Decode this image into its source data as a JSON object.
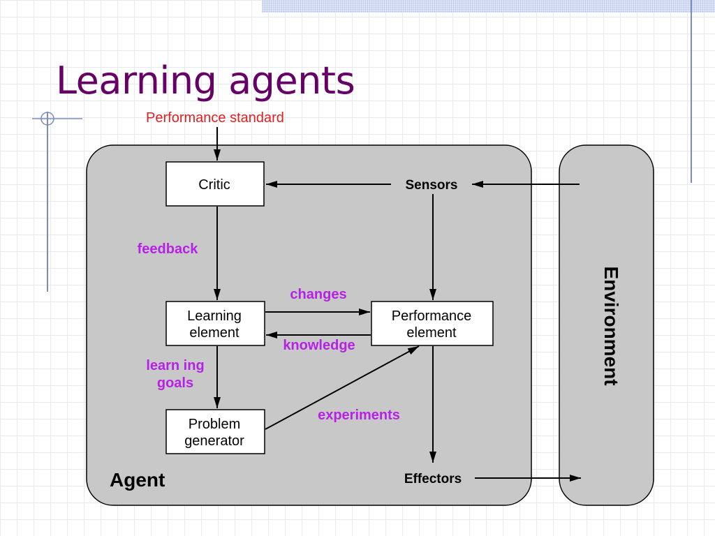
{
  "slide": {
    "title": "Learning agents"
  },
  "diagram": {
    "performance_standard": "Performance standard",
    "agent_label": "Agent",
    "environment_label": "Environment",
    "boxes": {
      "critic": [
        "Critic"
      ],
      "learning_element": [
        "Learning",
        "element"
      ],
      "performance_element": [
        "Performance",
        "element"
      ],
      "problem_generator": [
        "Problem",
        "generator"
      ]
    },
    "ports": {
      "sensors": "Sensors",
      "effectors": "Effectors"
    },
    "flows": {
      "feedback": [
        "feedback"
      ],
      "changes": [
        "changes"
      ],
      "knowledge": [
        "knowledge"
      ],
      "learning_goals": [
        "learn ing",
        "goals"
      ],
      "experiments": [
        "experiments"
      ]
    },
    "colors": {
      "title": "#660066",
      "performance_standard": "#e0201f",
      "flow_label": "#b621e6",
      "agent_fill": "#c8c8c8",
      "box_fill": "#ffffff",
      "line": "#000000"
    }
  }
}
